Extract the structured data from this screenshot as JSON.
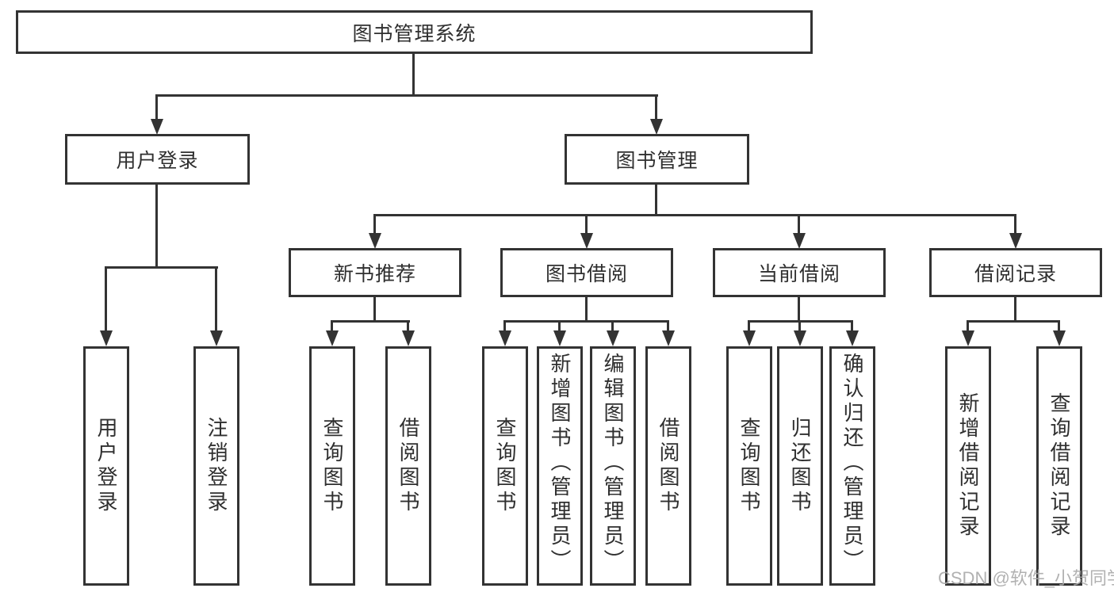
{
  "root": {
    "label": "图书管理系统"
  },
  "level1": {
    "user_login": {
      "label": "用户登录"
    },
    "book_mgmt": {
      "label": "图书管理"
    }
  },
  "level2": {
    "new_books": {
      "label": "新书推荐"
    },
    "borrowing": {
      "label": "图书借阅"
    },
    "current": {
      "label": "当前借阅"
    },
    "records": {
      "label": "借阅记录"
    }
  },
  "leaves": {
    "user_login": {
      "label": "用户登录"
    },
    "logout": {
      "label": "注销登录"
    },
    "nb_query": {
      "label": "查询图书"
    },
    "nb_borrow": {
      "label": "借阅图书"
    },
    "bw_query": {
      "label": "查询图书"
    },
    "bw_add": {
      "label": "新增图书（管理员）"
    },
    "bw_edit": {
      "label": "编辑图书（管理员）"
    },
    "bw_borrow": {
      "label": "借阅图书"
    },
    "cur_query": {
      "label": "查询图书"
    },
    "cur_return": {
      "label": "归还图书"
    },
    "cur_confirm": {
      "label": "确认归还（管理员）"
    },
    "rec_add": {
      "label": "新增借阅记录"
    },
    "rec_query": {
      "label": "查询借阅记录"
    }
  },
  "hierarchy": {
    "图书管理系统": {
      "用户登录": [
        "用户登录",
        "注销登录"
      ],
      "图书管理": {
        "新书推荐": [
          "查询图书",
          "借阅图书"
        ],
        "图书借阅": [
          "查询图书",
          "新增图书（管理员）",
          "编辑图书（管理员）",
          "借阅图书"
        ],
        "当前借阅": [
          "查询图书",
          "归还图书",
          "确认归还（管理员）"
        ],
        "借阅记录": [
          "新增借阅记录",
          "查询借阅记录"
        ]
      }
    }
  },
  "watermark": {
    "text": "CSDN @软件_小贺同学"
  },
  "colors": {
    "line": "#333333",
    "text": "#2f2f2f",
    "watermark": "#a8a8a8",
    "background": "#ffffff"
  }
}
